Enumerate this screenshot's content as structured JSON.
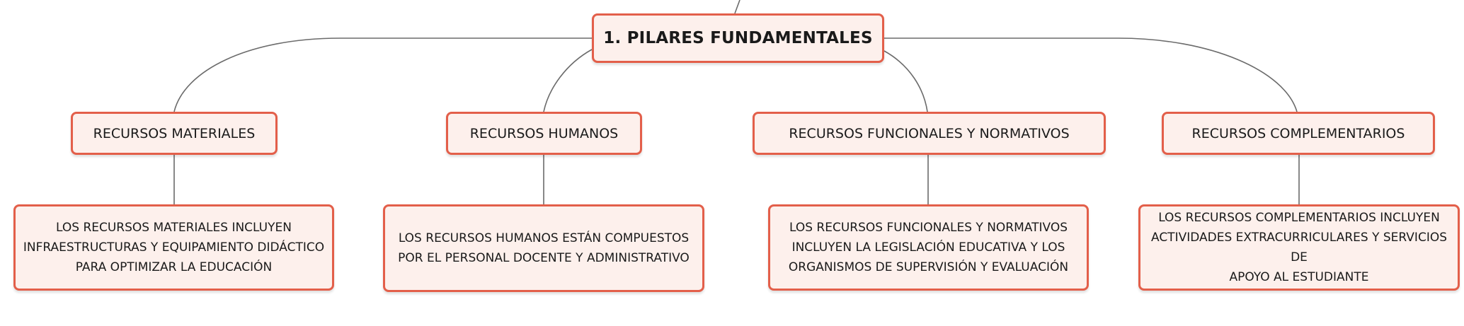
{
  "diagram": {
    "root": {
      "label": "1. PILARES FUNDAMENTALES"
    },
    "categories": [
      {
        "label": "RECURSOS MATERIALES",
        "description": "LOS RECURSOS MATERIALES INCLUYEN INFRAESTRUCTURAS Y EQUIPAMIENTO DIDÁCTICO PARA OPTIMIZAR LA EDUCACIÓN",
        "description_lines": [
          "LOS RECURSOS MATERIALES INCLUYEN",
          "INFRAESTRUCTURAS Y EQUIPAMIENTO DIDÁCTICO",
          "PARA OPTIMIZAR LA EDUCACIÓN"
        ]
      },
      {
        "label": "RECURSOS HUMANOS",
        "description": "LOS RECURSOS HUMANOS ESTÁN COMPUESTOS POR EL PERSONAL DOCENTE Y ADMINISTRATIVO",
        "description_lines": [
          "LOS RECURSOS HUMANOS ESTÁN COMPUESTOS",
          "POR EL PERSONAL DOCENTE Y ADMINISTRATIVO"
        ]
      },
      {
        "label": "RECURSOS FUNCIONALES Y NORMATIVOS",
        "description": "LOS RECURSOS FUNCIONALES Y NORMATIVOS INCLUYEN LA LEGISLACIÓN EDUCATIVA Y LOS ORGANISMOS DE SUPERVISIÓN Y EVALUACIÓN",
        "description_lines": [
          "LOS RECURSOS FUNCIONALES Y NORMATIVOS",
          "INCLUYEN LA LEGISLACIÓN EDUCATIVA Y LOS",
          "ORGANISMOS DE SUPERVISIÓN Y EVALUACIÓN"
        ]
      },
      {
        "label": "RECURSOS COMPLEMENTARIOS",
        "description": "LOS RECURSOS COMPLEMENTARIOS INCLUYEN ACTIVIDADES EXTRACURRICULARES Y SERVICIOS DE APOYO AL ESTUDIANTE",
        "description_lines": [
          "LOS RECURSOS COMPLEMENTARIOS INCLUYEN",
          "ACTIVIDADES EXTRACURRICULARES Y SERVICIOS DE",
          "APOYO AL ESTUDIANTE"
        ]
      }
    ]
  },
  "colors": {
    "node_border": "#e35f4a",
    "node_fill": "#fdf0ec",
    "connector": "#6b6b6b",
    "text": "#1a1a1a"
  }
}
